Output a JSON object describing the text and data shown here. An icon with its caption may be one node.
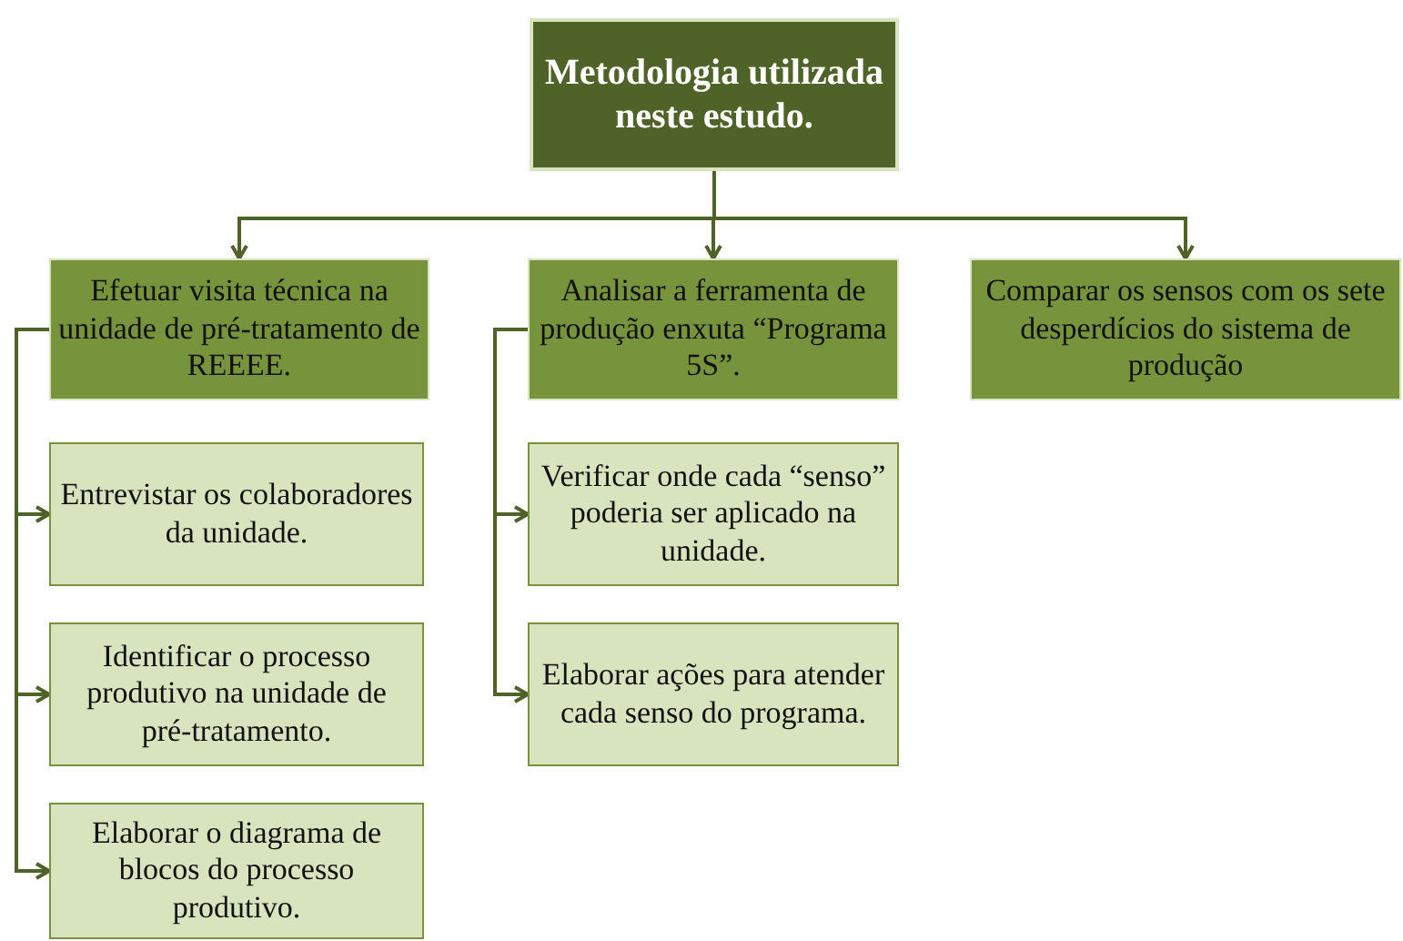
{
  "diagram": {
    "nodes": [
      {
        "text": [
          "Metodologia utilizada neste estudo."
        ]
      },
      {
        "text": [
          "Efetuar visita técnica na unidade de pré-tratamento de REEEE."
        ]
      },
      {
        "text": [
          "Analisar a ferramenta de produção enxuta “Programa 5S”."
        ]
      },
      {
        "text": [
          "Comparar os sensos  com os sete desperdícios do sistema de produção"
        ]
      },
      {
        "text": [
          "Entrevistar os colaboradores da unidade."
        ]
      },
      {
        "text": [
          "Identificar o processo produtivo na unidade de pré-tratamento."
        ]
      },
      {
        "text": [
          "Elaborar o diagrama de blocos do processo produtivo."
        ]
      },
      {
        "text": [
          "Verificar onde cada “senso” poderia ser aplicado na unidade."
        ]
      },
      {
        "text": [
          "Elaborar ações para atender cada senso do programa."
        ]
      }
    ],
    "edges": [
      {
        "from": 0,
        "to": 1,
        "arrow": "to"
      },
      {
        "from": 0,
        "to": 2,
        "arrow": "to"
      },
      {
        "from": 0,
        "to": 3,
        "arrow": "to"
      },
      {
        "from": 1,
        "to": 4,
        "arrow": "to"
      },
      {
        "from": 1,
        "to": 5,
        "arrow": "to"
      },
      {
        "from": 1,
        "to": 6,
        "arrow": "to"
      },
      {
        "from": 2,
        "to": 7,
        "arrow": "to"
      },
      {
        "from": 2,
        "to": 8,
        "arrow": "to"
      }
    ]
  }
}
